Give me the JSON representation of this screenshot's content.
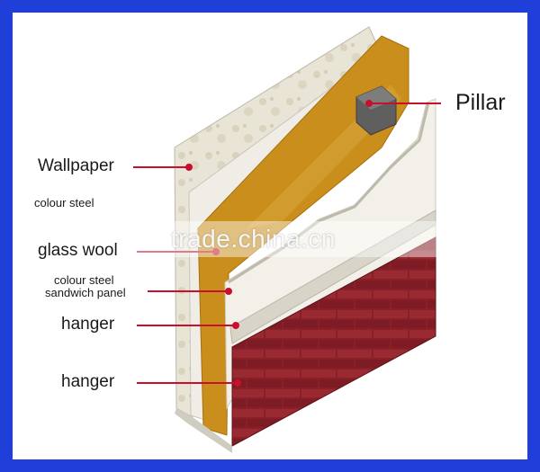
{
  "labels": {
    "pillar": "Pillar",
    "wallpaper": "Wallpaper",
    "colour_steel": "colour steel",
    "glass_wool": "glass wool",
    "sandwich_line1": "colour steel",
    "sandwich_line2": "sandwich panel",
    "hanger_upper": "hanger",
    "hanger_lower": "hanger"
  },
  "watermark": "trade.china.cn",
  "colors": {
    "border": "#1f3fd8",
    "leader": "#c8102e",
    "wallpaper": "#e6e2d3",
    "glass_wool": "#c98e1c",
    "steel": "#f2f0e8",
    "brick": "#8a1f28",
    "pillar": "#5f5f5f"
  }
}
